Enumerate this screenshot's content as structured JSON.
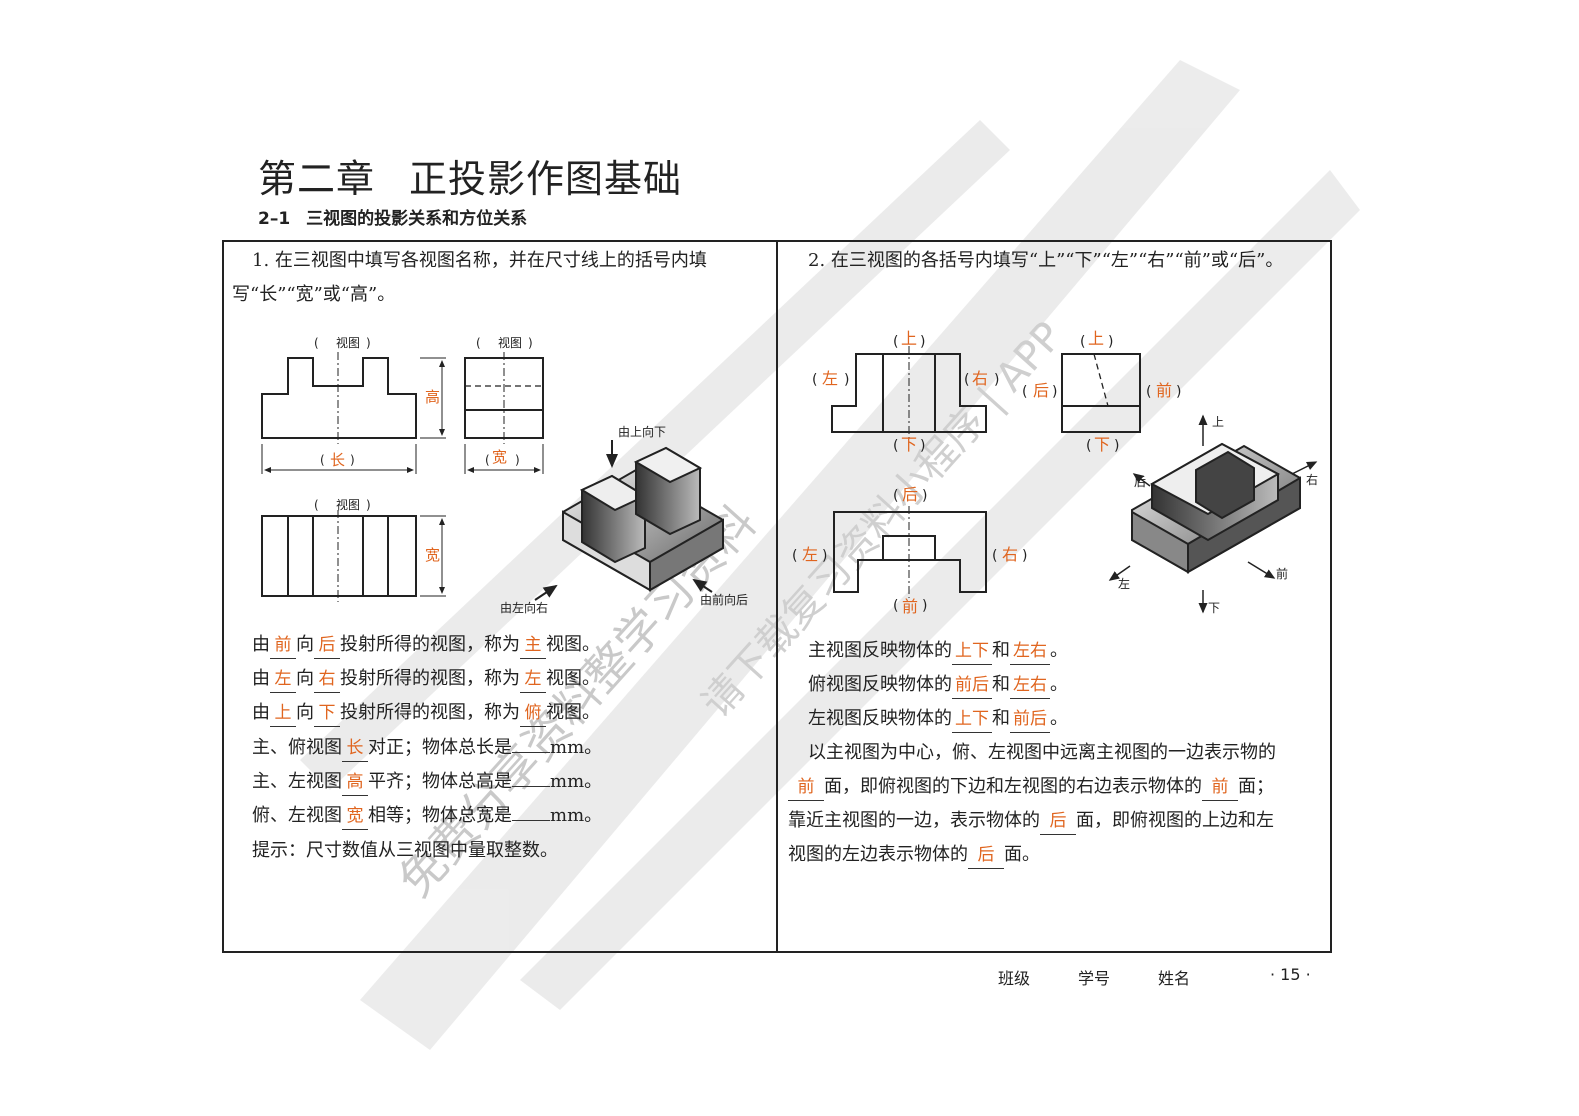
{
  "header": {
    "chapter_num": "第二章",
    "chapter_title": "正投影作图基础",
    "section_num": "2–1",
    "section_title": "三视图的投影关系和方位关系"
  },
  "q1": {
    "prompt": "1. 在三视图中填写各视图名称，并在尺寸线上的括号内填写“长”“宽”或“高”。",
    "view_label": "视图",
    "dim_front_width": "长",
    "dim_front_height": "高",
    "dim_side_width": "宽",
    "dim_top_height": "宽",
    "arrow_top": "由上向下",
    "arrow_left": "由左向右",
    "arrow_front": "由前向后",
    "lines": [
      {
        "a": "由",
        "b": "前",
        "c": "向",
        "d": "后",
        "e": "投射所得的视图，称为",
        "f": "主",
        "g": "视图。"
      },
      {
        "a": "由",
        "b": "左",
        "c": "向",
        "d": "右",
        "e": "投射所得的视图，称为",
        "f": "左",
        "g": "视图。"
      },
      {
        "a": "由",
        "b": "上",
        "c": "向",
        "d": "下",
        "e": "投射所得的视图，称为",
        "f": "俯",
        "g": "视图。"
      }
    ],
    "rel1_pre": "主、俯视图",
    "rel1_ans": "长",
    "rel1_mid": "对正；物体总长是",
    "rel1_unit": "mm。",
    "rel2_pre": "主、左视图",
    "rel2_ans": "高",
    "rel2_mid": "平齐；物体总高是",
    "rel2_unit": "mm。",
    "rel3_pre": "俯、左视图",
    "rel3_ans": "宽",
    "rel3_mid": "相等；物体总宽是",
    "rel3_unit": "mm。",
    "hint": "提示：尺寸数值从三视图中量取整数。"
  },
  "q2": {
    "prompt": "2. 在三视图的各括号内填写“上”“下”“左”“右”“前”或“后”。",
    "front": {
      "top": "上",
      "bottom": "下",
      "left": "左",
      "right": "右"
    },
    "side": {
      "top": "上",
      "bottom": "下",
      "left": "后",
      "right": "前"
    },
    "plan": {
      "top": "后",
      "bottom": "前",
      "left": "左",
      "right": "右"
    },
    "axes": {
      "up": "上",
      "down": "下",
      "left": "左",
      "right": "右",
      "back": "后",
      "front": "前"
    },
    "s1_pre": "主视图反映物体的",
    "s1_a": "上下",
    "s1_and": "和",
    "s1_b": "左右",
    "s1_end": "。",
    "s2_pre": "俯视图反映物体的",
    "s2_a": "前后",
    "s2_and": "和",
    "s2_b": "左右",
    "s2_end": "。",
    "s3_pre": "左视图反映物体的",
    "s3_a": "上下",
    "s3_and": "和",
    "s3_b": "前后",
    "s3_end": "。",
    "p_1": "以主视图为中心，俯、左视图中远离主视图的一边表示物的",
    "p_a1": "前",
    "p_2": "面，即俯视图的下边和左视图的右边表示物体的",
    "p_a2": "前",
    "p_3": "面；",
    "p_4": "靠近主视图的一边，表示物体的",
    "p_a3": "后",
    "p_5": "面，即俯视图的上边和左",
    "p_6": "视图的左边表示物体的",
    "p_a4": "后",
    "p_7": "面。"
  },
  "footer": {
    "class": "班级",
    "id": "学号",
    "name": "姓名",
    "page": "· 15 ·"
  },
  "watermark": {
    "line1": "免费分享资料整学习资料",
    "line2": "请下载复习资料小程序 | APP"
  },
  "colors": {
    "answer": "#e0651f",
    "ink": "#222222"
  }
}
